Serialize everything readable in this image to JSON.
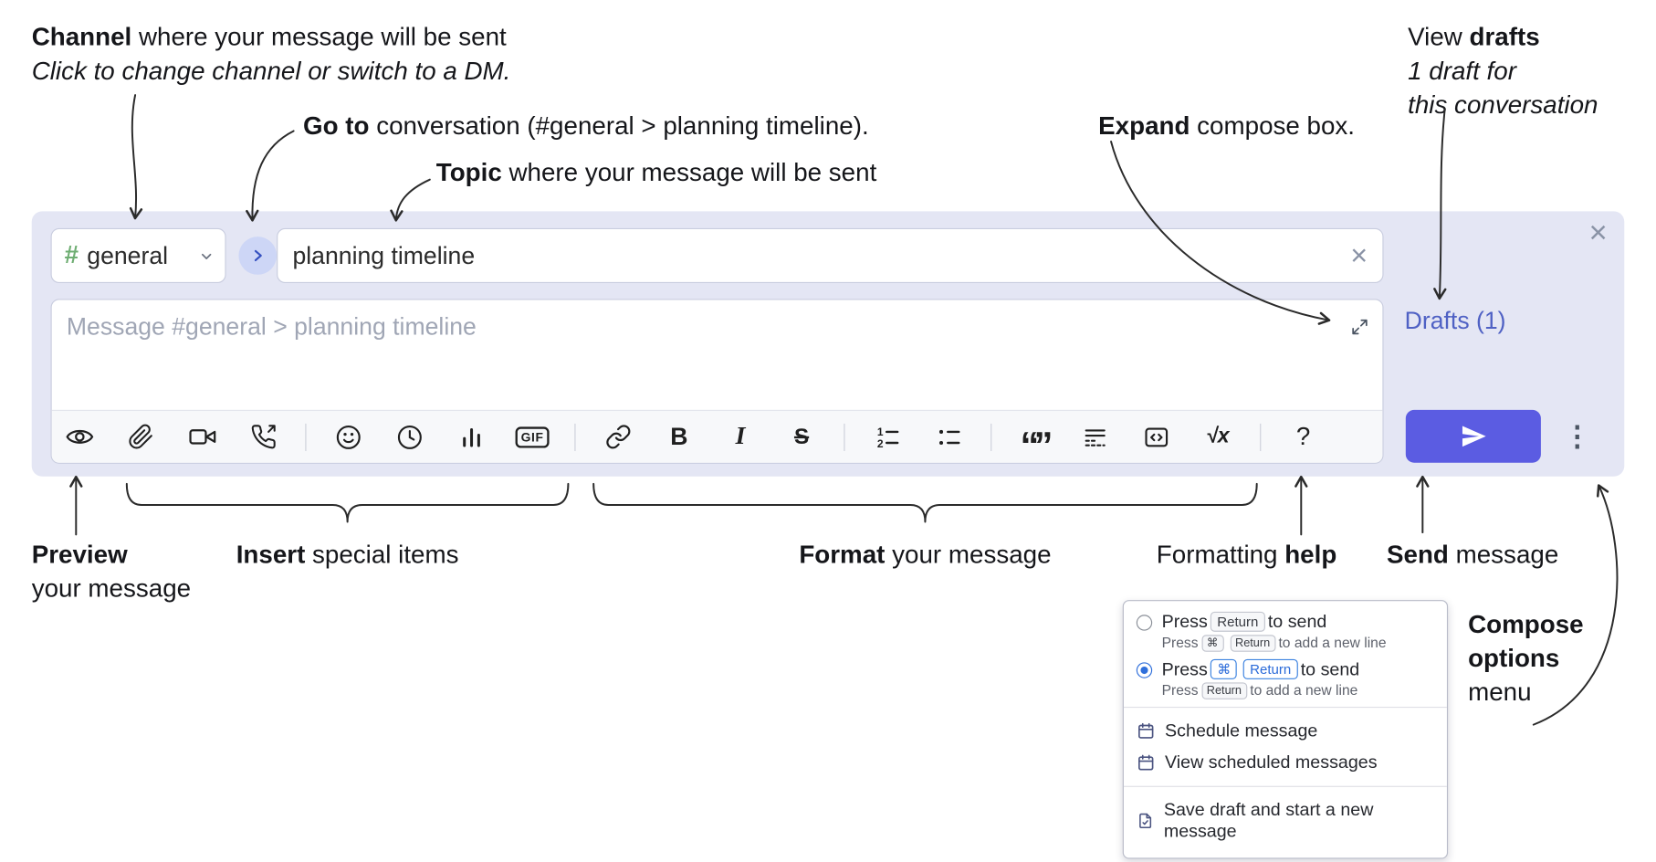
{
  "annotations": {
    "channel": {
      "bold": "Channel",
      "rest": " where your message will be sent",
      "italic": "Click to change channel or switch to a DM."
    },
    "goto": {
      "bold": "Go to",
      "rest": " conversation (#general > planning timeline)."
    },
    "topic": {
      "bold": "Topic",
      "rest": " where your message will be sent"
    },
    "expand": {
      "bold": "Expand",
      "rest": " compose box."
    },
    "drafts": {
      "pre": "View ",
      "bold": "drafts",
      "line2": "1 draft for",
      "line3": "this conversation"
    },
    "preview": {
      "bold": "Preview",
      "line2": "your message"
    },
    "insert": {
      "bold": "Insert",
      "rest": " special items"
    },
    "format": {
      "bold": "Format",
      "rest": " your message"
    },
    "help": {
      "pre": "Formatting ",
      "bold": "help"
    },
    "send": {
      "bold": "Send",
      "rest": " message"
    },
    "compose_options": {
      "bold_line1": "Compose",
      "bold_line2": "options",
      "line3": "menu"
    }
  },
  "compose": {
    "channel_hash": "#",
    "channel_name": "general",
    "topic_value": "planning timeline",
    "message_placeholder": "Message #general > planning timeline",
    "drafts_link": "Drafts (1)"
  },
  "glyphs": {
    "close": "×",
    "clear": "×",
    "ellipsis": "⋮",
    "gif": "GIF",
    "bold": "B",
    "italic": "I",
    "strike": "S",
    "quote": "“”",
    "math": "√x",
    "help": "?"
  },
  "menu": {
    "option_return": {
      "pre": "Press",
      "kbd1": "Return",
      "post": "to send",
      "sub_pre": "Press",
      "sub_kbd1": "⌘",
      "sub_kbd2": "Return",
      "sub_post": "to add a new line"
    },
    "option_cmd_return": {
      "pre": "Press",
      "kbd1": "⌘",
      "kbd2": "Return",
      "post": "to send",
      "sub_pre": "Press",
      "sub_kbd1": "Return",
      "sub_post": "to add a new line"
    },
    "items": [
      "Schedule message",
      "View scheduled messages",
      "Save draft and start a new message"
    ]
  },
  "colors": {
    "accent_send": "#5b5ce2",
    "compose_bg": "#e4e6f4",
    "link": "#4f61c4",
    "hash_green": "#6fae73",
    "kbd_blue": "#2b6bd9"
  }
}
